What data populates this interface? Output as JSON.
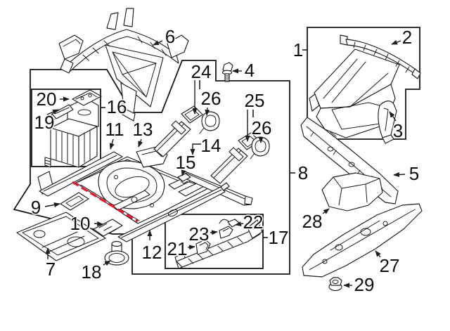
{
  "colors": {
    "background": "#ffffff",
    "line": "#1d1d1d",
    "box_outline": "#161616",
    "highlight": "#e8192c"
  },
  "callouts": {
    "c1": "1",
    "c2": "2",
    "c3": "3",
    "c4": "4",
    "c5": "5",
    "c6": "6",
    "c7": "7",
    "c8": "8",
    "c9": "9",
    "c10": "10",
    "c11": "11",
    "c12": "12",
    "c13": "13",
    "c14": "14",
    "c15": "15",
    "c16": "16",
    "c17": "17",
    "c18": "18",
    "c19": "19",
    "c20": "20",
    "c21": "21",
    "c22": "22",
    "c23": "23",
    "c24": "24",
    "c25": "25",
    "c26a": "26",
    "c26b": "26",
    "c27": "27",
    "c28": "28",
    "c29": "29"
  }
}
